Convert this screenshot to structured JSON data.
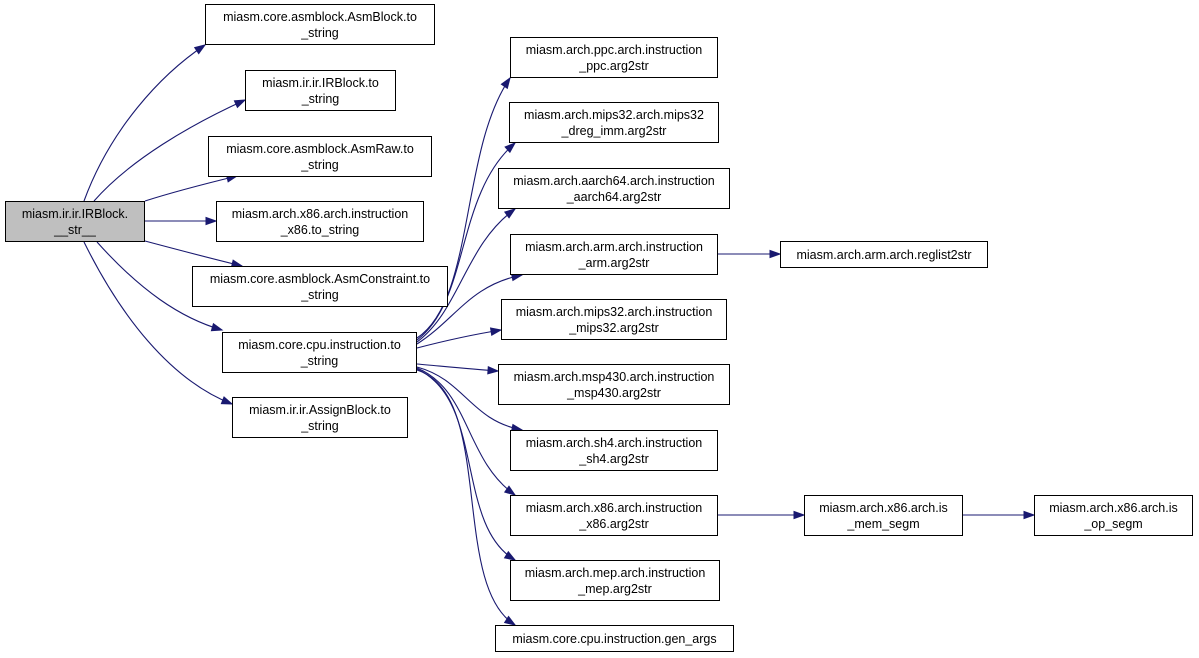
{
  "colors": {
    "edge": "#191970",
    "root_fill": "#bfbfbf",
    "node_fill": "#ffffff",
    "border": "#000000"
  },
  "nodes": {
    "root": {
      "line1": "miasm.ir.ir.IRBlock.",
      "line2": "__str__"
    },
    "asmblock_to_string": {
      "line1": "miasm.core.asmblock.AsmBlock.to",
      "line2": "_string"
    },
    "irblock_to_string": {
      "line1": "miasm.ir.ir.IRBlock.to",
      "line2": "_string"
    },
    "asmraw_to_string": {
      "line1": "miasm.core.asmblock.AsmRaw.to",
      "line2": "_string"
    },
    "x86_to_string": {
      "line1": "miasm.arch.x86.arch.instruction",
      "line2": "_x86.to_string"
    },
    "asmconstraint_to_string": {
      "line1": "miasm.core.asmblock.AsmConstraint.to",
      "line2": "_string"
    },
    "cpu_instruction_to_string": {
      "line1": "miasm.core.cpu.instruction.to",
      "line2": "_string"
    },
    "assignblock_to_string": {
      "line1": "miasm.ir.ir.AssignBlock.to",
      "line2": "_string"
    },
    "ppc_arg2str": {
      "line1": "miasm.arch.ppc.arch.instruction",
      "line2": "_ppc.arg2str"
    },
    "mips32_dreg_imm_arg2str": {
      "line1": "miasm.arch.mips32.arch.mips32",
      "line2": "_dreg_imm.arg2str"
    },
    "aarch64_arg2str": {
      "line1": "miasm.arch.aarch64.arch.instruction",
      "line2": "_aarch64.arg2str"
    },
    "arm_arg2str": {
      "line1": "miasm.arch.arm.arch.instruction",
      "line2": "_arm.arg2str"
    },
    "mips32_arg2str": {
      "line1": "miasm.arch.mips32.arch.instruction",
      "line2": "_mips32.arg2str"
    },
    "msp430_arg2str": {
      "line1": "miasm.arch.msp430.arch.instruction",
      "line2": "_msp430.arg2str"
    },
    "sh4_arg2str": {
      "line1": "miasm.arch.sh4.arch.instruction",
      "line2": "_sh4.arg2str"
    },
    "x86_arg2str": {
      "line1": "miasm.arch.x86.arch.instruction",
      "line2": "_x86.arg2str"
    },
    "mep_arg2str": {
      "line1": "miasm.arch.mep.arch.instruction",
      "line2": "_mep.arg2str"
    },
    "gen_args": {
      "line1": "miasm.core.cpu.instruction.gen_args"
    },
    "reglist2str": {
      "line1": "miasm.arch.arm.arch.reglist2str"
    },
    "is_mem_segm": {
      "line1": "miasm.arch.x86.arch.is",
      "line2": "_mem_segm"
    },
    "is_op_segm": {
      "line1": "miasm.arch.x86.arch.is",
      "line2": "_op_segm"
    }
  }
}
